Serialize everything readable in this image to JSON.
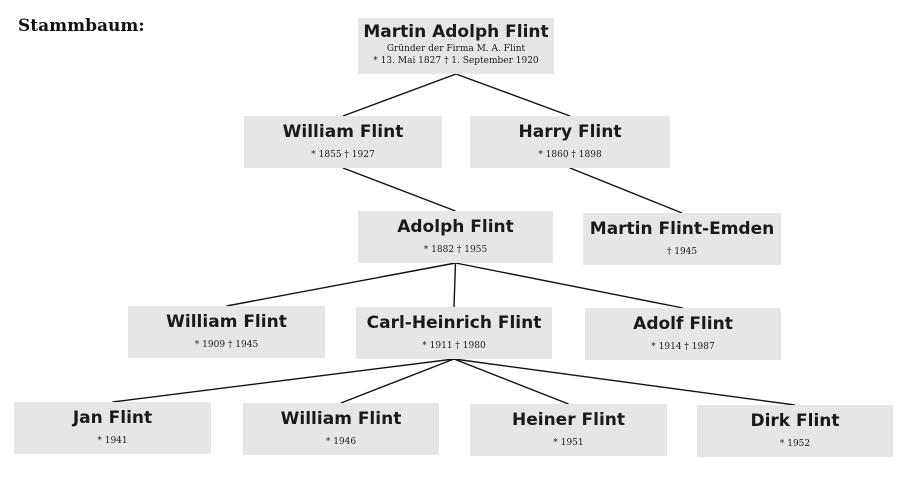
{
  "heading": "Stammbaum:",
  "people": {
    "martin_adolph": {
      "name": "Martin Adolph Flint",
      "role": "Gründer der Firma M. A. Flint",
      "dates": "* 13. Mai 1827   † 1. September 1920"
    },
    "william_1855": {
      "name": "William Flint",
      "dates": "* 1855   † 1927"
    },
    "harry": {
      "name": "Harry Flint",
      "dates": "* 1860   † 1898"
    },
    "adolph": {
      "name": "Adolph Flint",
      "dates": "* 1882   † 1955"
    },
    "martin_emden": {
      "name": "Martin Flint-Emden",
      "dates": "† 1945"
    },
    "william_1909": {
      "name": "William Flint",
      "dates": "* 1909   † 1945"
    },
    "carl_heinrich": {
      "name": "Carl-Heinrich Flint",
      "dates": "* 1911   † 1980"
    },
    "adolf": {
      "name": "Adolf Flint",
      "dates": "* 1914   † 1987"
    },
    "jan": {
      "name": "Jan Flint",
      "dates": "* 1941"
    },
    "william_1946": {
      "name": "William Flint",
      "dates": "* 1946"
    },
    "heiner": {
      "name": "Heiner Flint",
      "dates": "* 1951"
    },
    "dirk": {
      "name": "Dirk Flint",
      "dates": "* 1952"
    }
  },
  "links": [
    [
      "martin_adolph",
      "william_1855"
    ],
    [
      "martin_adolph",
      "harry"
    ],
    [
      "william_1855",
      "adolph"
    ],
    [
      "harry",
      "martin_emden"
    ],
    [
      "adolph",
      "william_1909"
    ],
    [
      "adolph",
      "carl_heinrich"
    ],
    [
      "adolph",
      "adolf"
    ],
    [
      "carl_heinrich",
      "jan"
    ],
    [
      "carl_heinrich",
      "william_1946"
    ],
    [
      "carl_heinrich",
      "heiner"
    ],
    [
      "carl_heinrich",
      "dirk"
    ]
  ]
}
